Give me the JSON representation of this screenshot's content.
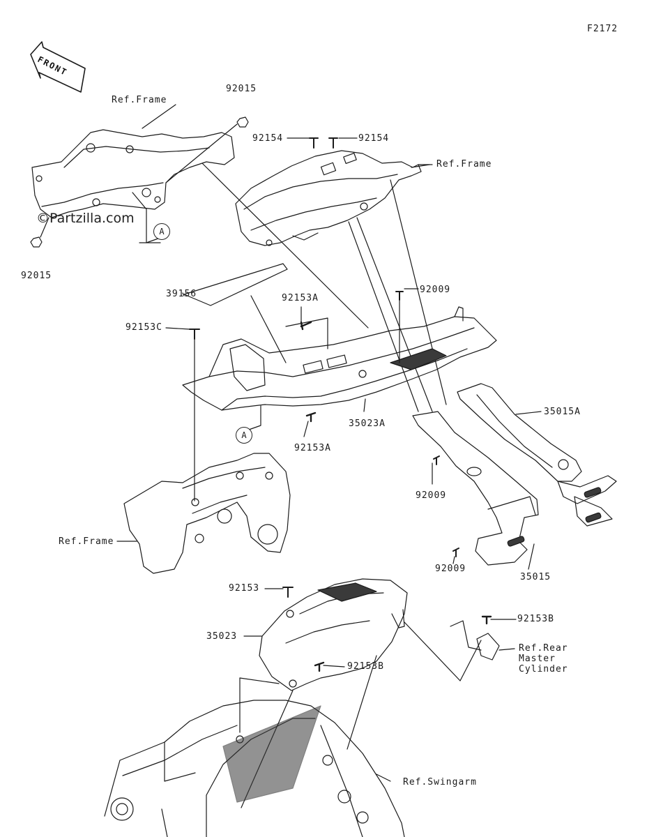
{
  "diagram_code": "F2172",
  "watermark": "©Partzilla.com",
  "front_arrow": "FRONT",
  "callouts": {
    "ref_frame_top_left": "Ref.Frame",
    "ref_frame_top_right": "Ref.Frame",
    "ref_frame_mid": "Ref.Frame",
    "ref_swingarm": "Ref.Swingarm",
    "ref_rear_master_cylinder": "Ref.Rear\nMaster\nCylinder",
    "p92015_top": "92015",
    "p92015_bottom": "92015",
    "p92154_left": "92154",
    "p92154_right": "92154",
    "p39156": "39156",
    "p92153A_top": "92153A",
    "p92153A_bottom": "92153A",
    "p92153C": "92153C",
    "p92009_top": "92009",
    "p92009_mid": "92009",
    "p92009_bottom": "92009",
    "p35015A": "35015A",
    "p35015": "35015",
    "p35023A": "35023A",
    "p92153": "92153",
    "p35023": "35023",
    "p92153B_right": "92153B",
    "p92153B_mid": "92153B",
    "mark_A_top": "A",
    "mark_A_mid": "A"
  },
  "colors": {
    "line": "#1a1a1a",
    "fill_dark": "#3a3a3a",
    "paper": "#ffffff"
  }
}
